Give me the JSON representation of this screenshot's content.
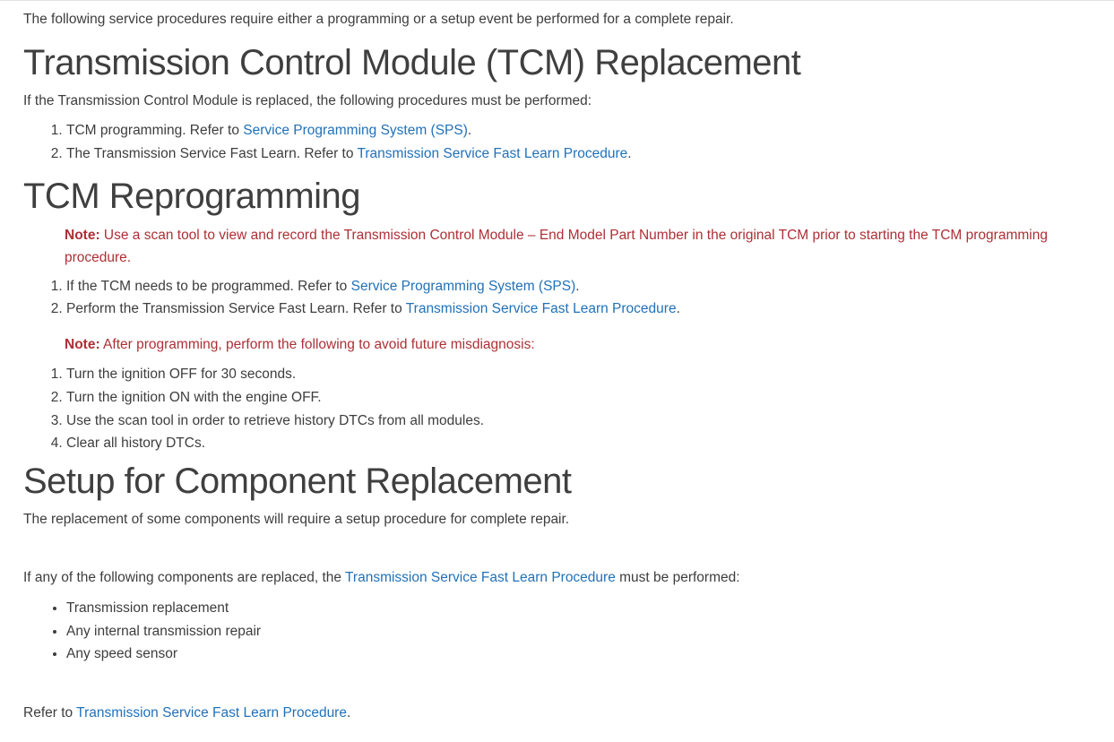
{
  "colors": {
    "link": "#2271b8",
    "note": "#ae2f36",
    "body_text": "#3d3d3d"
  },
  "intro": "The following service procedures require either a programming or a setup event be performed for a complete repair.",
  "tcm_replacement": {
    "heading": "Transmission Control Module (TCM) Replacement",
    "lead": "If the Transmission Control Module is replaced, the following procedures must be performed:",
    "steps": [
      {
        "pre": "TCM programming. Refer to ",
        "link": "Service Programming System (SPS)",
        "post": "."
      },
      {
        "pre": "The Transmission Service Fast Learn. Refer to ",
        "link": "Transmission Service Fast Learn Procedure",
        "post": "."
      }
    ]
  },
  "tcm_reprogramming": {
    "heading": "TCM Reprogramming",
    "note1": {
      "label": "Note:",
      "text": " Use a scan tool to view and record the Transmission Control Module – End Model Part Number in the original TCM prior to starting the TCM programming procedure."
    },
    "steps": [
      {
        "pre": "If the TCM needs to be programmed. Refer to ",
        "link": "Service Programming System (SPS)",
        "post": "."
      },
      {
        "pre": "Perform the Transmission Service Fast Learn. Refer to ",
        "link": "Transmission Service Fast Learn Procedure",
        "post": "."
      }
    ],
    "note2": {
      "label": "Note:",
      "text": " After programming, perform the following to avoid future misdiagnosis:"
    },
    "post_steps": [
      "Turn the ignition OFF for 30 seconds.",
      "Turn the ignition ON with the engine OFF.",
      "Use the scan tool in order to retrieve history DTCs from all modules.",
      "Clear all history DTCs."
    ]
  },
  "setup": {
    "heading": "Setup for Component Replacement",
    "lead": "The replacement of some components will require a setup procedure for complete repair.",
    "condition": {
      "pre": "If any of the following components are replaced, the ",
      "link": "Transmission Service Fast Learn Procedure",
      "post": " must be performed:"
    },
    "components": [
      "Transmission replacement",
      "Any internal transmission repair",
      "Any speed sensor"
    ],
    "refer": {
      "pre": "Refer to ",
      "link": "Transmission Service Fast Learn Procedure",
      "post": "."
    }
  }
}
